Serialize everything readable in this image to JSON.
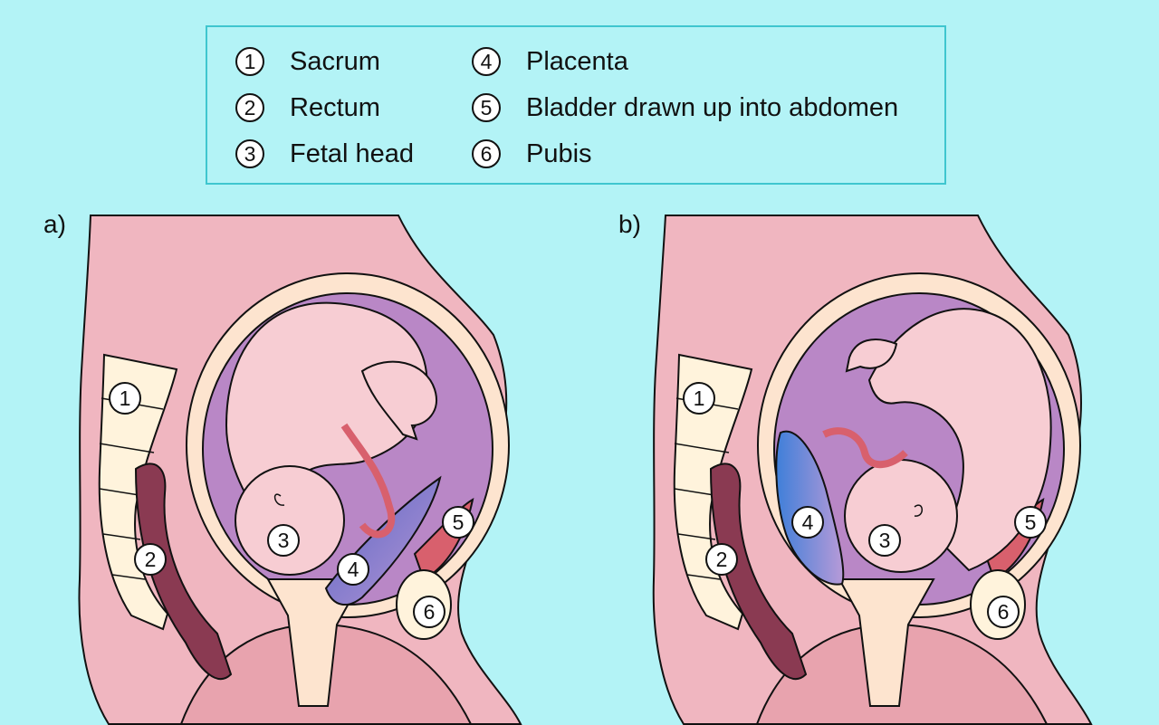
{
  "legend": {
    "items": [
      {
        "num": "1",
        "label": "Sacrum"
      },
      {
        "num": "2",
        "label": "Rectum"
      },
      {
        "num": "3",
        "label": "Fetal head"
      },
      {
        "num": "4",
        "label": "Placenta"
      },
      {
        "num": "5",
        "label": "Bladder drawn up into abdomen"
      },
      {
        "num": "6",
        "label": "Pubis"
      }
    ]
  },
  "panels": {
    "a": {
      "label": "a)"
    },
    "b": {
      "label": "b)"
    }
  },
  "markers": [
    "1",
    "2",
    "3",
    "4",
    "5",
    "6"
  ],
  "colors": {
    "background": "#b3f3f6",
    "skin": "#f0b6c0",
    "body_deep": "#e8a3ae",
    "uterine_wall": "#fde4cf",
    "amniotic": "#b987c6",
    "fetus": "#f7cdd3",
    "rectum": "#8a3a52",
    "placenta": "#6b74c6",
    "cord": "#d8606d",
    "bone": "#fff3dc"
  }
}
